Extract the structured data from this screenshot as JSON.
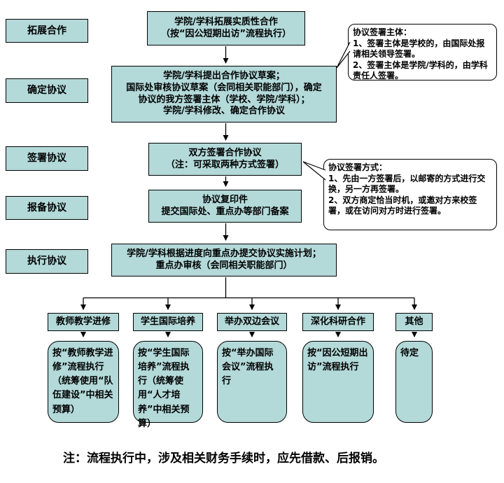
{
  "colors": {
    "box_fill": "#b3d9d9",
    "box_border": "#000000",
    "background": "#ffffff",
    "callout_fill": "#ffffff",
    "text": "#000000"
  },
  "stages": [
    {
      "label": "拓展合作"
    },
    {
      "label": "确定协议"
    },
    {
      "label": "签署协议"
    },
    {
      "label": "报备协议"
    },
    {
      "label": "执行协议"
    }
  ],
  "flow": [
    {
      "text": "学院/学科拓展实质性合作\n（按“因公短期出访”流程执行）"
    },
    {
      "text": "学院/学科提出合作协议草案；\n国际处审核协议草案（会同相关职能部门），确定\n协议的我方签署主体（学校、学院/学科）；\n学院/学科修改、确定合作协议"
    },
    {
      "text": "双方签署合作协议\n（注：可采取两种方式签署）"
    },
    {
      "text": "协议复印件\n提交国际处、重点办等部门备案"
    },
    {
      "text": "学院/学科根据进度向重点办提交协议实施计划；\n重点办审核（会同相关职能部门）"
    }
  ],
  "callouts": [
    {
      "text": "协议签署主体：\n1、签署主体是学校的，由国际处报请相关领导签署。\n2、签署主体是学院/学科的，由学科责任人签署。"
    },
    {
      "text": "协议签署方式：\n1、先由一方签署后，以邮寄的方式进行交换，另一方再签署。\n2、双方商定恰当时机，或邀对方来校签署，或在访问对方时进行签署。"
    }
  ],
  "branches": [
    {
      "category": "教师教学进修",
      "detail": "按“教师教学进修”流程执行（统筹使用“队伍建设”中相关预算）"
    },
    {
      "category": "学生国际培养",
      "detail": "按“学生国际培养”流程执行（统筹使用“人才培养”中相关预算）"
    },
    {
      "category": "举办双边会议",
      "detail": "按“举办国际会议”流程执行"
    },
    {
      "category": "深化科研合作",
      "detail": "按“因公短期出访”流程执行"
    },
    {
      "category": "其他",
      "detail": "待定"
    }
  ],
  "note": {
    "text": "注：流程执行中，涉及相关财务手续时，应先借款、后报销。"
  }
}
